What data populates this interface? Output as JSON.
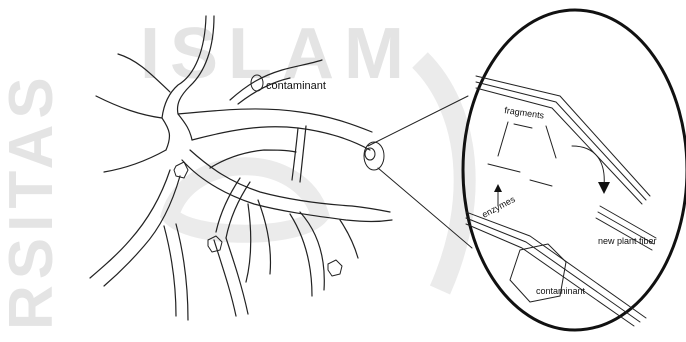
{
  "labels": {
    "contaminant_main": "contaminant",
    "fragments": "fragments",
    "enzymes": "enzymes",
    "new_plant_fiber": "new plant fiber",
    "contaminant_zoom": "contaminant"
  },
  "watermark": {
    "text_top": "ISLAM",
    "text_left": "RSITAS"
  }
}
